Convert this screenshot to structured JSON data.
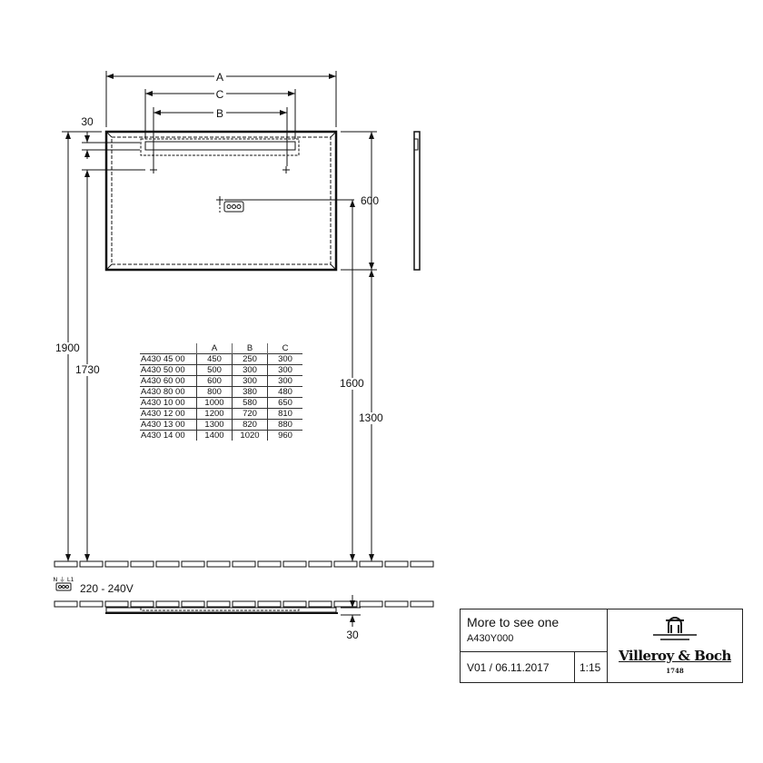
{
  "drawing": {
    "dim_labels": {
      "A": "A",
      "B": "B",
      "C": "C",
      "d30_top": "30",
      "d600": "600",
      "d1900": "1900",
      "d1730": "1730",
      "d1600": "1600",
      "d1300": "1300",
      "d30_bottom": "30"
    },
    "power": {
      "icon": "power-terminal-icon",
      "terminal_labels": "N ⏚ L1",
      "voltage": "220 - 240V"
    }
  },
  "spec_table": {
    "headers": [
      "",
      "A",
      "B",
      "C"
    ],
    "rows": [
      [
        "A430 45 00",
        "450",
        "250",
        "300"
      ],
      [
        "A430 50 00",
        "500",
        "300",
        "300"
      ],
      [
        "A430 60 00",
        "600",
        "300",
        "300"
      ],
      [
        "A430 80 00",
        "800",
        "380",
        "480"
      ],
      [
        "A430 10 00",
        "1000",
        "580",
        "650"
      ],
      [
        "A430 12 00",
        "1200",
        "720",
        "810"
      ],
      [
        "A430 13 00",
        "1300",
        "820",
        "880"
      ],
      [
        "A430 14 00",
        "1400",
        "1020",
        "960"
      ]
    ]
  },
  "title_block": {
    "product_name": "More to see one",
    "article": "A430Y000",
    "version_date": "V01 / 06.11.2017",
    "scale": "1:15",
    "brand": "Villeroy & Boch",
    "brand_year": "1748"
  }
}
